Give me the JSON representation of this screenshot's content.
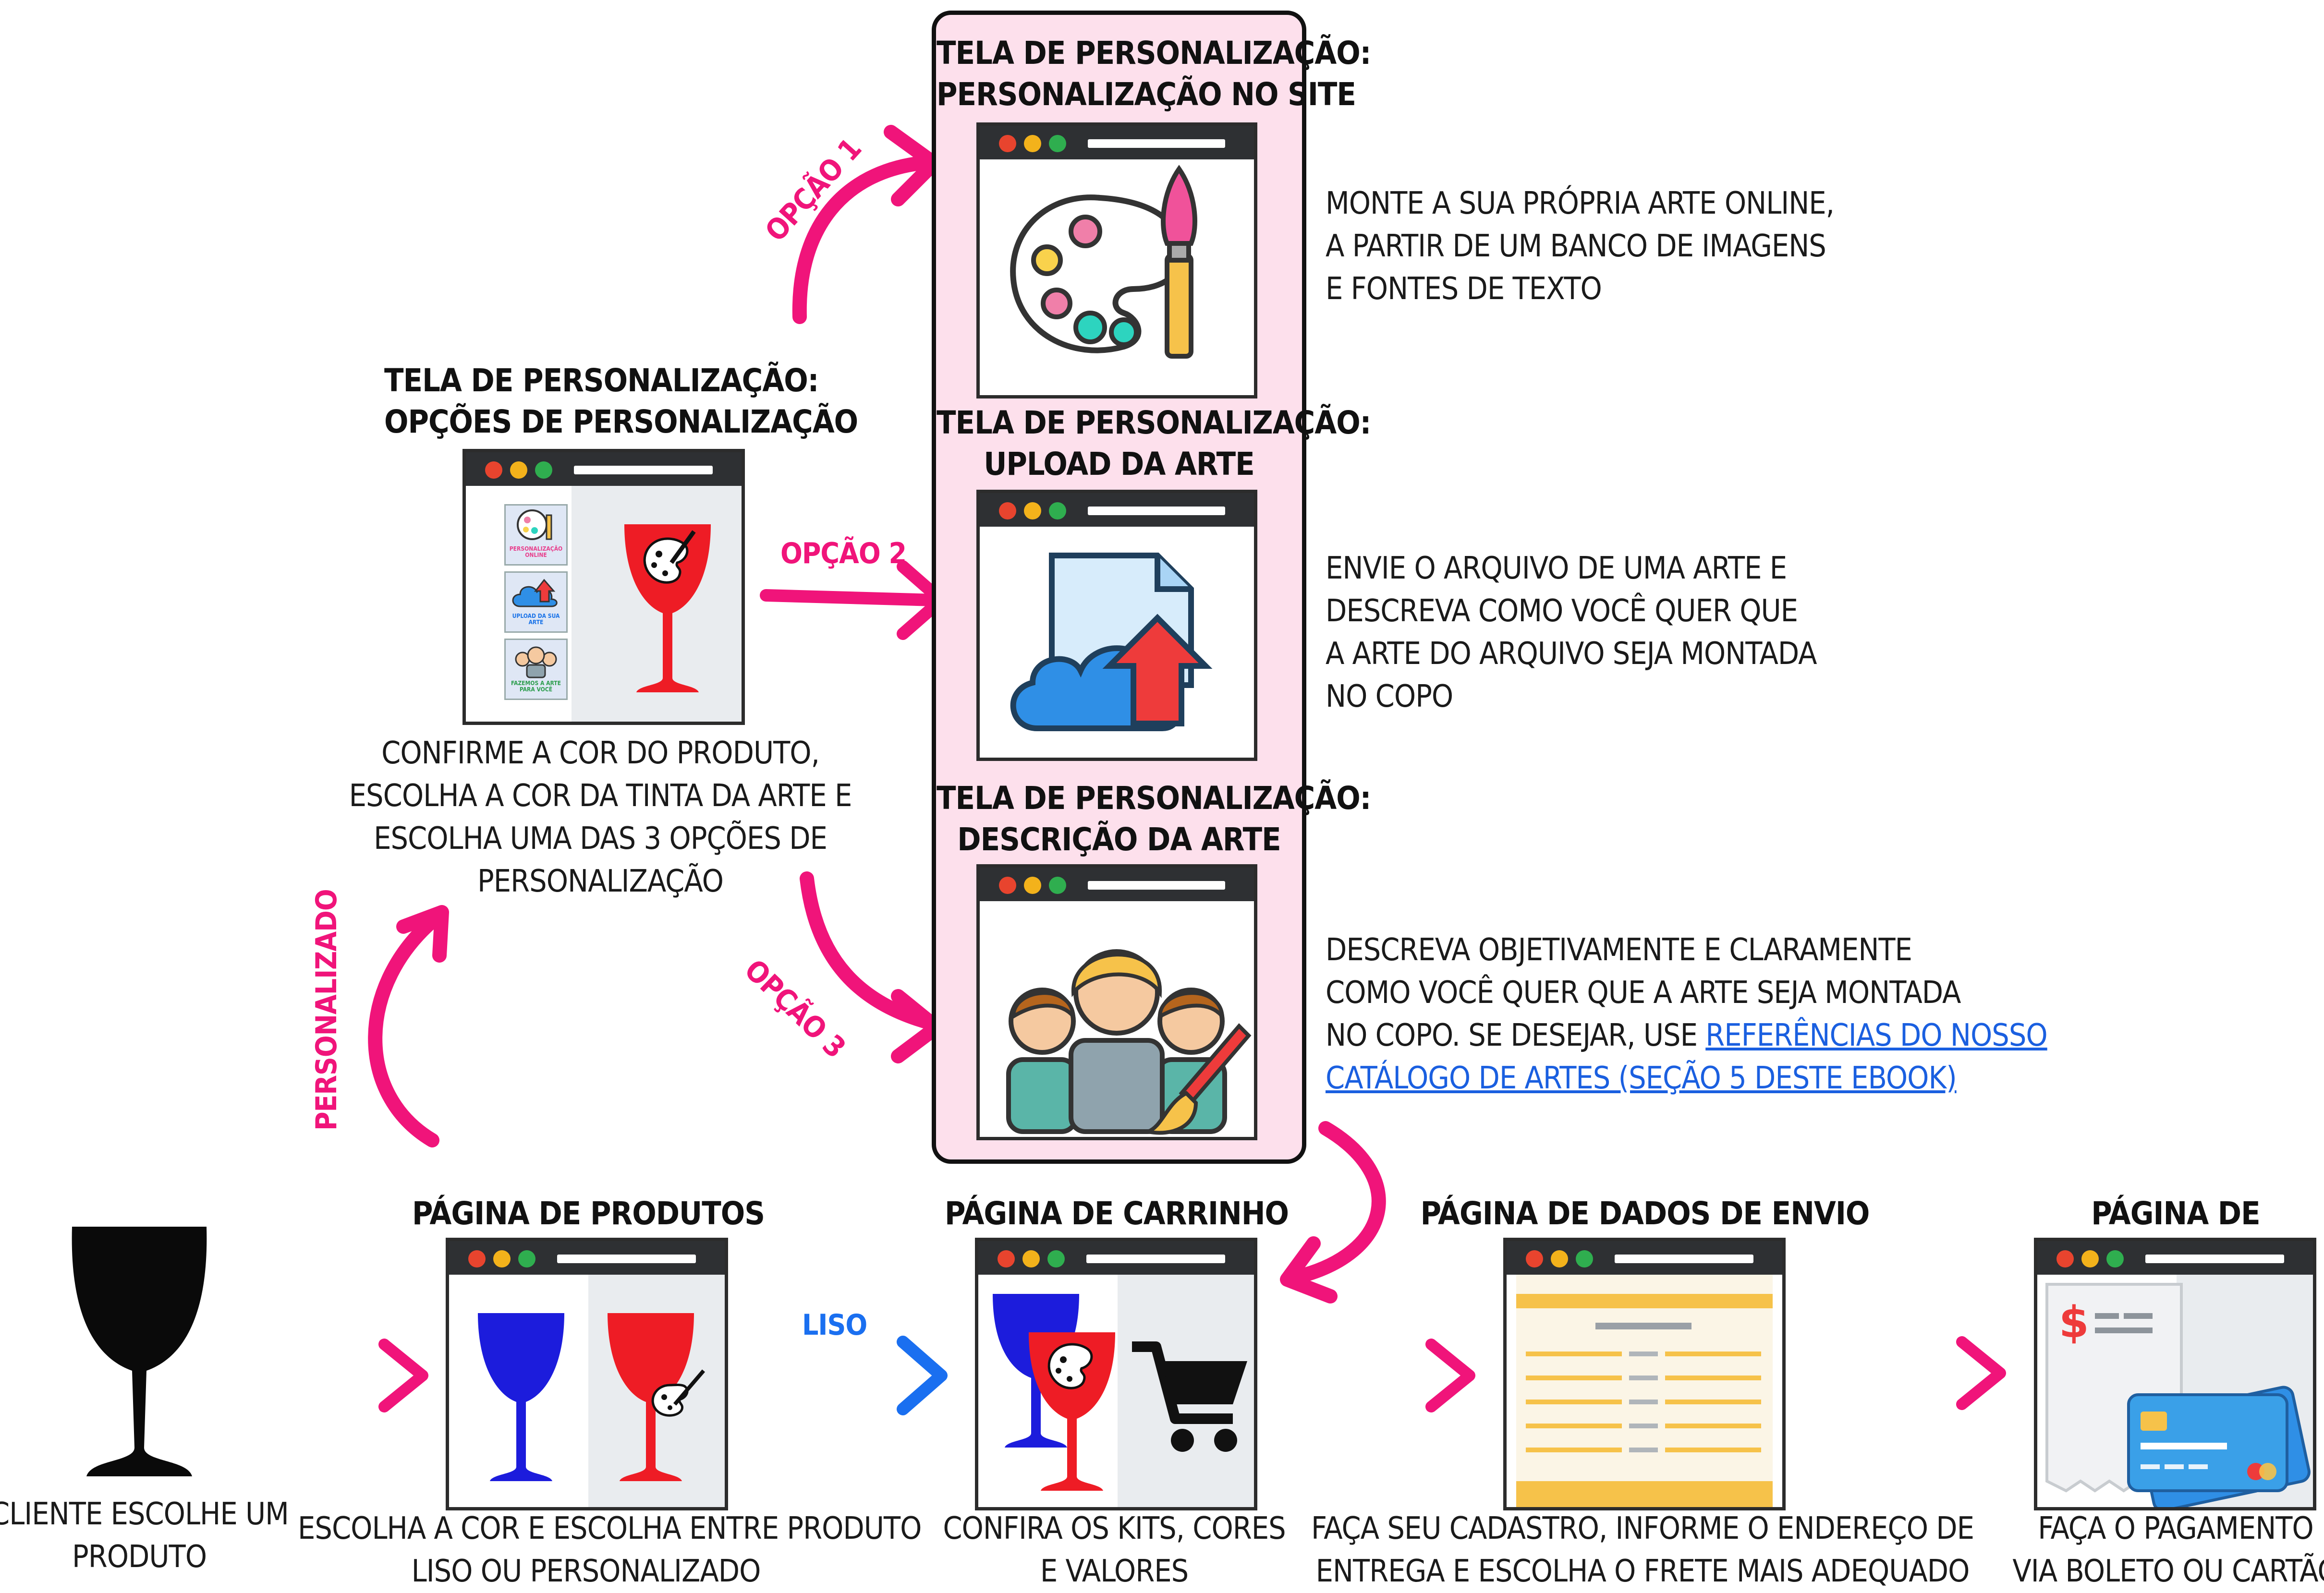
{
  "panel": {
    "site": {
      "title": [
        "TELA DE PERSONALIZAÇÃO:",
        "PERSONALIZAÇÃO NO SITE"
      ],
      "desc": [
        "MONTE A SUA PRÓPRIA ARTE ONLINE,",
        "A PARTIR DE UM BANCO DE IMAGENS",
        "E FONTES DE TEXTO"
      ]
    },
    "upload": {
      "title": [
        "TELA DE PERSONALIZAÇÃO:",
        "UPLOAD DA ARTE"
      ],
      "desc": [
        "ENVIE O ARQUIVO DE UMA ARTE E",
        "DESCREVA COMO VOCÊ QUER QUE",
        "A ARTE DO ARQUIVO SEJA MONTADA",
        "NO COPO"
      ]
    },
    "descricao": {
      "title": [
        "TELA DE PERSONALIZAÇÃO:",
        "DESCRIÇÃO DA ARTE"
      ],
      "desc": [
        "DESCREVA OBJETIVAMENTE E CLARAMENTE",
        "COMO VOCÊ QUER QUE A ARTE SEJA MONTADA",
        "NO COPO. SE DESEJAR, USE "
      ],
      "link": [
        "REFERÊNCIAS DO NOSSO",
        "CATÁLOGO DE ARTES (SEÇÃO 5 DESTE EBOOK)"
      ]
    }
  },
  "opcoes": {
    "title": [
      "TELA DE PERSONALIZAÇÃO:",
      "OPÇÕES DE PERSONALIZAÇÃO"
    ],
    "desc": [
      "CONFIRME A COR DO PRODUTO,",
      "ESCOLHA A COR DA TINTA DA ARTE E",
      "ESCOLHA UMA DAS 3 OPÇÕES DE",
      "PERSONALIZAÇÃO"
    ],
    "thumbs": [
      {
        "label": [
          "PERSONALIZAÇÃO",
          "ONLINE"
        ],
        "color": "#e83e8c"
      },
      {
        "label": [
          "UPLOAD DA SUA",
          "ARTE"
        ],
        "color": "#1a73e8"
      },
      {
        "label": [
          "FAZEMOS A ARTE",
          "PARA VOCÊ"
        ],
        "color": "#2e9e4f"
      }
    ]
  },
  "arrow_labels": {
    "opcao1": "OPÇÃO 1",
    "opcao2": "OPÇÃO 2",
    "opcao3": "OPÇÃO 3",
    "personalizado": "PERSONALIZADO",
    "liso": "LISO"
  },
  "flow": {
    "cliente": {
      "desc": [
        "CLIENTE ESCOLHE UM",
        "PRODUTO"
      ]
    },
    "produtos": {
      "title": "PÁGINA DE PRODUTOS",
      "desc": [
        "ESCOLHA A COR E ESCOLHA ENTRE PRODUTO",
        "LISO OU PERSONALIZADO"
      ]
    },
    "carrinho": {
      "title": "PÁGINA DE CARRINHO",
      "desc": [
        "CONFIRA OS KITS, CORES",
        "E VALORES"
      ]
    },
    "envio": {
      "title": "PÁGINA DE DADOS DE ENVIO",
      "desc": [
        "FAÇA SEU CADASTRO, INFORME O ENDEREÇO DE",
        "ENTREGA E ESCOLHA O FRETE MAIS ADEQUADO"
      ]
    },
    "pagamento": {
      "title": "PÁGINA DE PAGAMENTO",
      "desc": [
        "FAÇA O PAGAMENTO",
        "VIA BOLETO OU CARTÃO"
      ]
    }
  },
  "colors": {
    "pink": "#f0147a",
    "blue": "#1a73e8",
    "red": "#ee1c25",
    "glass_blue": "#1c1cdc",
    "panel_bg": "#fde0ec"
  }
}
